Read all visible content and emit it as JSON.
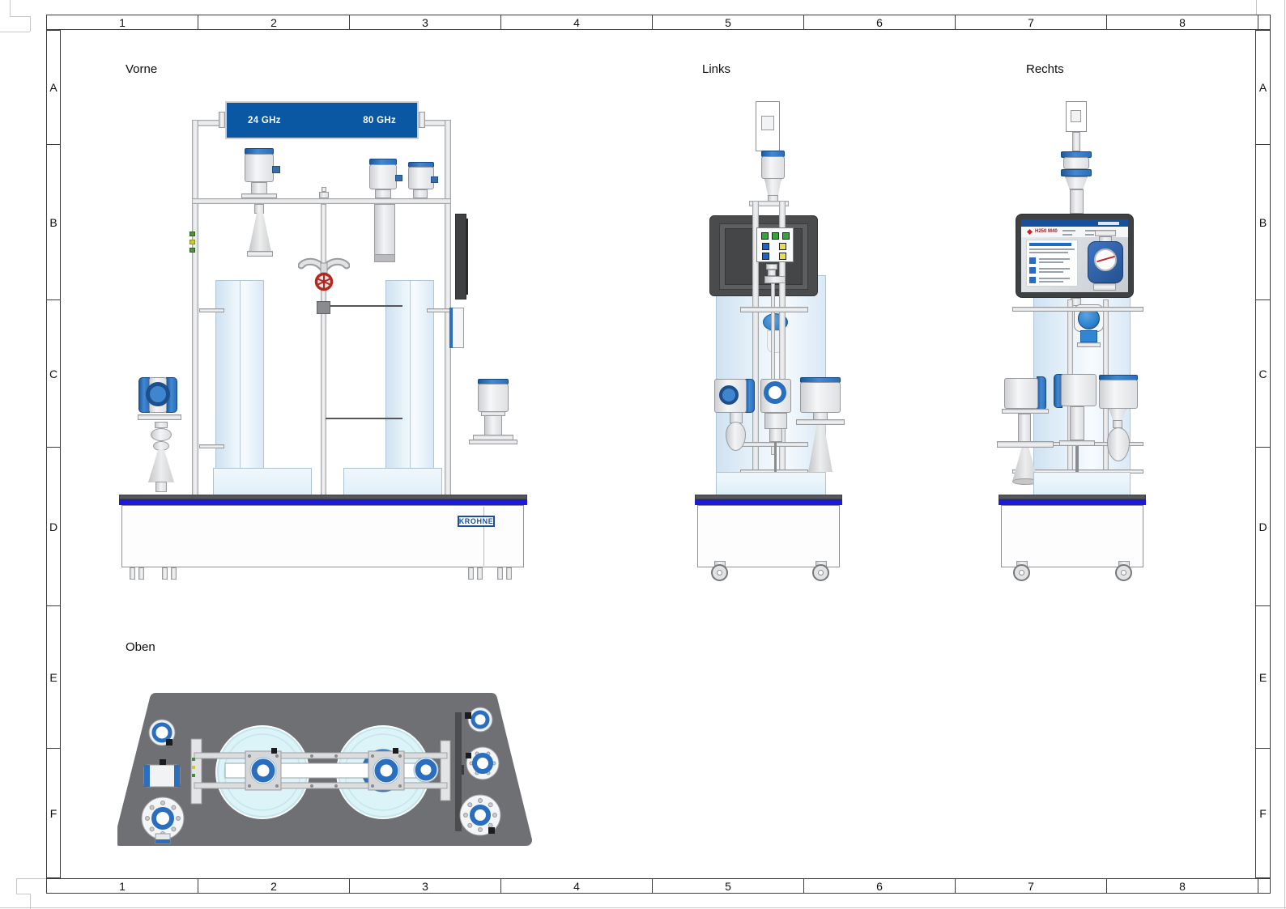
{
  "sheet": {
    "grid_columns": [
      "1",
      "2",
      "3",
      "4",
      "5",
      "6",
      "7",
      "8"
    ],
    "grid_rows": [
      "A",
      "B",
      "C",
      "D",
      "E",
      "F"
    ]
  },
  "views": {
    "vorne": {
      "title": "Vorne",
      "banner": {
        "left": "24 GHz",
        "right": "80 GHz"
      },
      "logo": "KROHNE"
    },
    "links": {
      "title": "Links"
    },
    "rechts": {
      "title": "Rechts",
      "screen": {
        "title": "H250 M40"
      }
    },
    "oben": {
      "title": "Oben"
    }
  },
  "colors": {
    "banner_blue": "#0a57a4",
    "base_stripe_blue": "#1c1cd8",
    "sensor_blue": "#2a6fbf",
    "valve_red": "#b5281e",
    "tank_fill": "#ddebf7",
    "top_plate_gray": "#6f7073",
    "screen_header_blue": "#15509e",
    "logo_blue": "#1a4f9c"
  }
}
